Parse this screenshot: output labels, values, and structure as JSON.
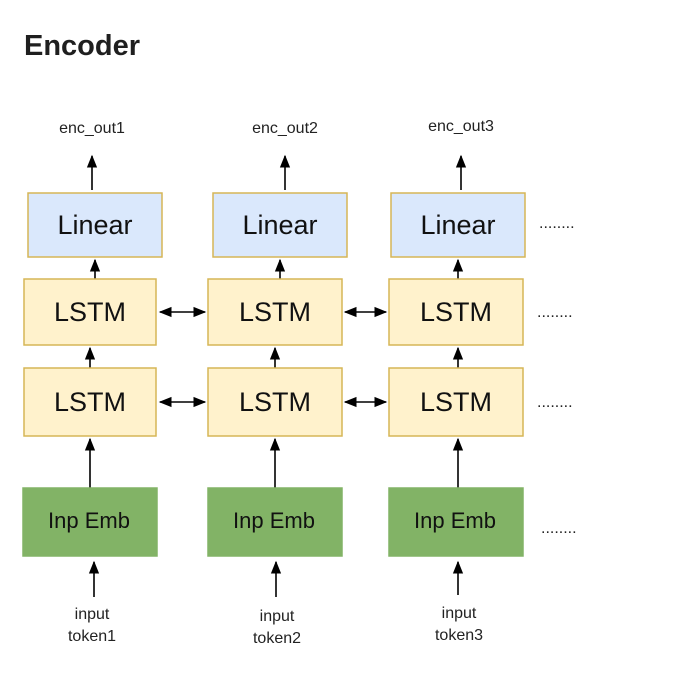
{
  "page": {
    "title": "Encoder"
  },
  "colors": {
    "linear_fill": "#dae8fc",
    "linear_stroke": "#d6b656",
    "lstm_fill": "#fff2cc",
    "lstm_stroke": "#d6b656",
    "emb_fill": "#82b366",
    "emb_stroke": "#82b366",
    "line": "#000000"
  },
  "columns": [
    {
      "output": "enc_out1",
      "linear": "Linear",
      "lstm_top": "LSTM",
      "lstm_bottom": "LSTM",
      "embedding": "Inp Emb",
      "input_line1": "input",
      "input_line2": "token1"
    },
    {
      "output": "enc_out2",
      "linear": "Linear",
      "lstm_top": "LSTM",
      "lstm_bottom": "LSTM",
      "embedding": "Inp Emb",
      "input_line1": "input",
      "input_line2": "token2"
    },
    {
      "output": "enc_out3",
      "linear": "Linear",
      "lstm_top": "LSTM",
      "lstm_bottom": "LSTM",
      "embedding": "Inp Emb",
      "input_line1": "input",
      "input_line2": "token3"
    }
  ],
  "continuation": "........"
}
